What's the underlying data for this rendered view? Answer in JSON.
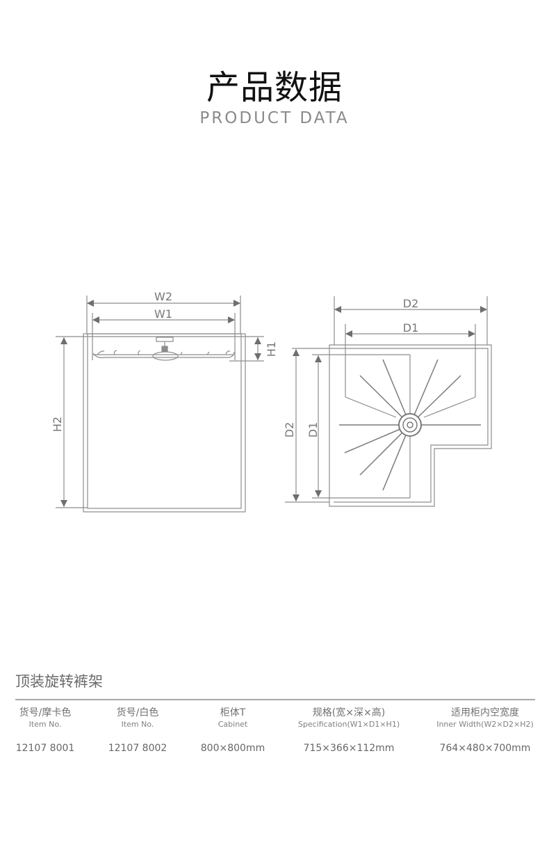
{
  "header": {
    "title_cn": "产品数据",
    "title_en": "PRODUCT DATA"
  },
  "diagram": {
    "front_view": {
      "labels": {
        "w2": "W2",
        "w1": "W1",
        "h1": "H1",
        "h2": "H2"
      }
    },
    "top_view": {
      "labels": {
        "d2_horizontal": "D2",
        "d1_horizontal": "D1",
        "d2_vertical": "D2",
        "d1_vertical": "D1"
      }
    },
    "colors": {
      "line": "#8c8c8c",
      "arrow": "#6e6e6e",
      "label": "#777777"
    }
  },
  "product": {
    "name": "顶装旋转裤架",
    "columns": [
      {
        "header_cn": "货号/摩卡色",
        "header_en": "Item No.",
        "value": "12107 8001"
      },
      {
        "header_cn": "货号/白色",
        "header_en": "Item No.",
        "value": "12107 8002"
      },
      {
        "header_cn": "柜体T",
        "header_en": "Cabinet",
        "value": "800×800mm"
      },
      {
        "header_cn": "规格(宽×深×高)",
        "header_en": "Specification(W1×D1×H1)",
        "value": "715×366×112mm"
      },
      {
        "header_cn": "适用柜内空宽度",
        "header_en": "Inner Width(W2×D2×H2)",
        "value": "764×480×700mm"
      }
    ]
  }
}
